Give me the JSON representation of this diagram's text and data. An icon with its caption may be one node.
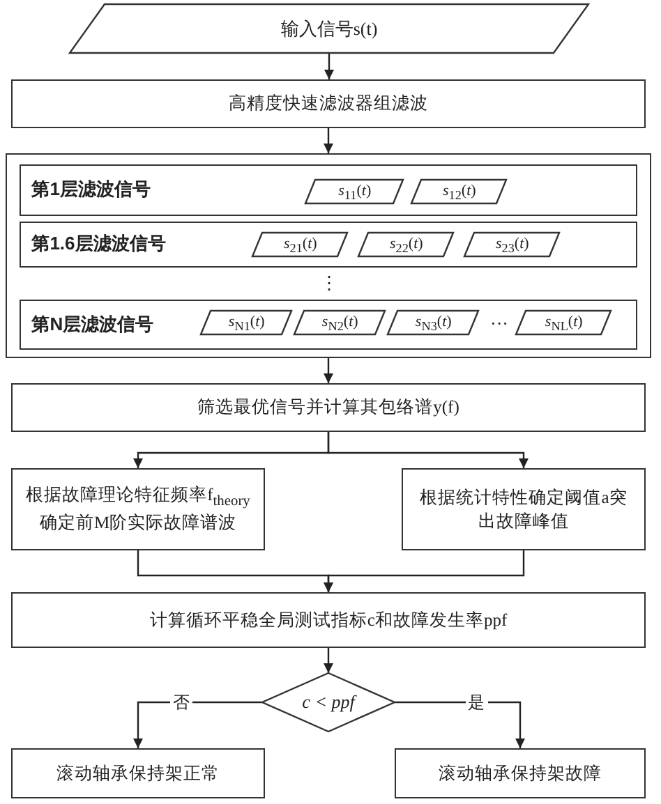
{
  "diagram": {
    "nodes": [
      {
        "text": [
          "输入信号s(t)"
        ]
      },
      {
        "text": [
          "高精度快速滤波器组滤波"
        ]
      },
      {
        "text": [],
        "shape": "box"
      },
      {
        "text": [
          "第1层滤波信号"
        ],
        "in": 2
      },
      {
        "text": [
          "*s*$_{11}$(*t*)"
        ],
        "in": 3
      },
      {
        "text": [
          "*s*$_{12}$(*t*)"
        ],
        "in": 3
      },
      {
        "text": [
          "第1.6层滤波信号"
        ],
        "in": 2
      },
      {
        "text": [
          "*s*$_{21}$(*t*)"
        ],
        "in": 6
      },
      {
        "text": [
          "*s*$_{22}$(*t*)"
        ],
        "in": 6
      },
      {
        "text": [
          "*s*$_{23}$(*t*)"
        ],
        "in": 6
      },
      {
        "text": [
          "第N层滤波信号"
        ],
        "in": 2
      },
      {
        "text": [
          "*s*$_{N1}$(*t*)"
        ],
        "in": 10
      },
      {
        "text": [
          "*s*$_{N2}$(*t*)"
        ],
        "in": 10
      },
      {
        "text": [
          "*s*$_{N3}$(*t*)"
        ],
        "in": 10
      },
      {
        "text": [
          "*s*$_{NL}$(*t*)"
        ],
        "in": 10
      },
      {
        "text": [
          "筛选最优信号并计算其包络谱y(f)"
        ]
      },
      {
        "text": [
          "根据故障理论特征频率f$_{theory}$确定前M阶实际故障谱波"
        ]
      },
      {
        "text": [
          "根据统计特性确定阈值a突出故障峰值"
        ]
      },
      {
        "text": [
          "计算循环平稳全局测试指标c和故障发生率ppf"
        ]
      },
      {
        "text": [
          "c < ppf"
        ]
      },
      {
        "text": [
          "滚动轴承保持架正常"
        ]
      },
      {
        "text": [
          "滚动轴承保持架故障"
        ]
      }
    ],
    "edges": [
      {
        "from": 0,
        "to": 1,
        "arrow": "to"
      },
      {
        "from": 1,
        "to": 2,
        "arrow": "to"
      },
      {
        "from": 2,
        "to": 15,
        "arrow": "to"
      },
      {
        "from": 15,
        "to": 16,
        "arrow": "to"
      },
      {
        "from": 15,
        "to": 17,
        "arrow": "to"
      },
      {
        "from": 16,
        "to": 18,
        "arrow": "to"
      },
      {
        "from": 17,
        "to": 18,
        "arrow": "to"
      },
      {
        "from": 18,
        "to": 19,
        "arrow": "to"
      },
      {
        "from": 19,
        "to": 20,
        "label": "否",
        "arrow": "to"
      },
      {
        "from": 19,
        "to": 21,
        "label": "是",
        "arrow": "to"
      }
    ],
    "labels": [
      "⋮",
      "···"
    ]
  }
}
